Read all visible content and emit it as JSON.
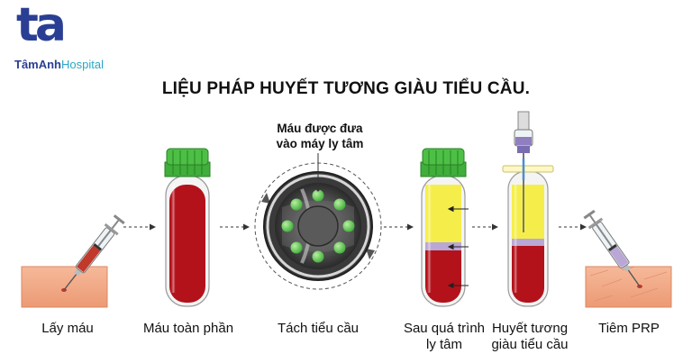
{
  "logo": {
    "mark": "ta",
    "brand_primary": "TâmAnh",
    "brand_secondary": "Hospital",
    "color_primary": "#2a3f93",
    "color_accent": "#2aa7c4"
  },
  "title": "LIỆU PHÁP HUYẾT TƯƠNG GIÀU TIỂU CẦU.",
  "centrifuge_caption_line1": "Máu được đưa",
  "centrifuge_caption_line2": "vào máy ly tâm",
  "steps": [
    {
      "line1": "Lấy máu",
      "line2": ""
    },
    {
      "line1": "Máu toàn phần",
      "line2": ""
    },
    {
      "line1": "Tách tiểu cầu",
      "line2": ""
    },
    {
      "line1": "Sau quá trình",
      "line2": "ly tâm"
    },
    {
      "line1": "Huyết tương",
      "line2": "giàu tiểu cầu"
    },
    {
      "line1": "Tiêm PRP",
      "line2": ""
    }
  ],
  "colors": {
    "blood": "#b3121b",
    "plasma": "#f5ee4a",
    "cap": "#3fae3a",
    "skin": "#f0a682",
    "buffy": "#b9a7d6"
  }
}
